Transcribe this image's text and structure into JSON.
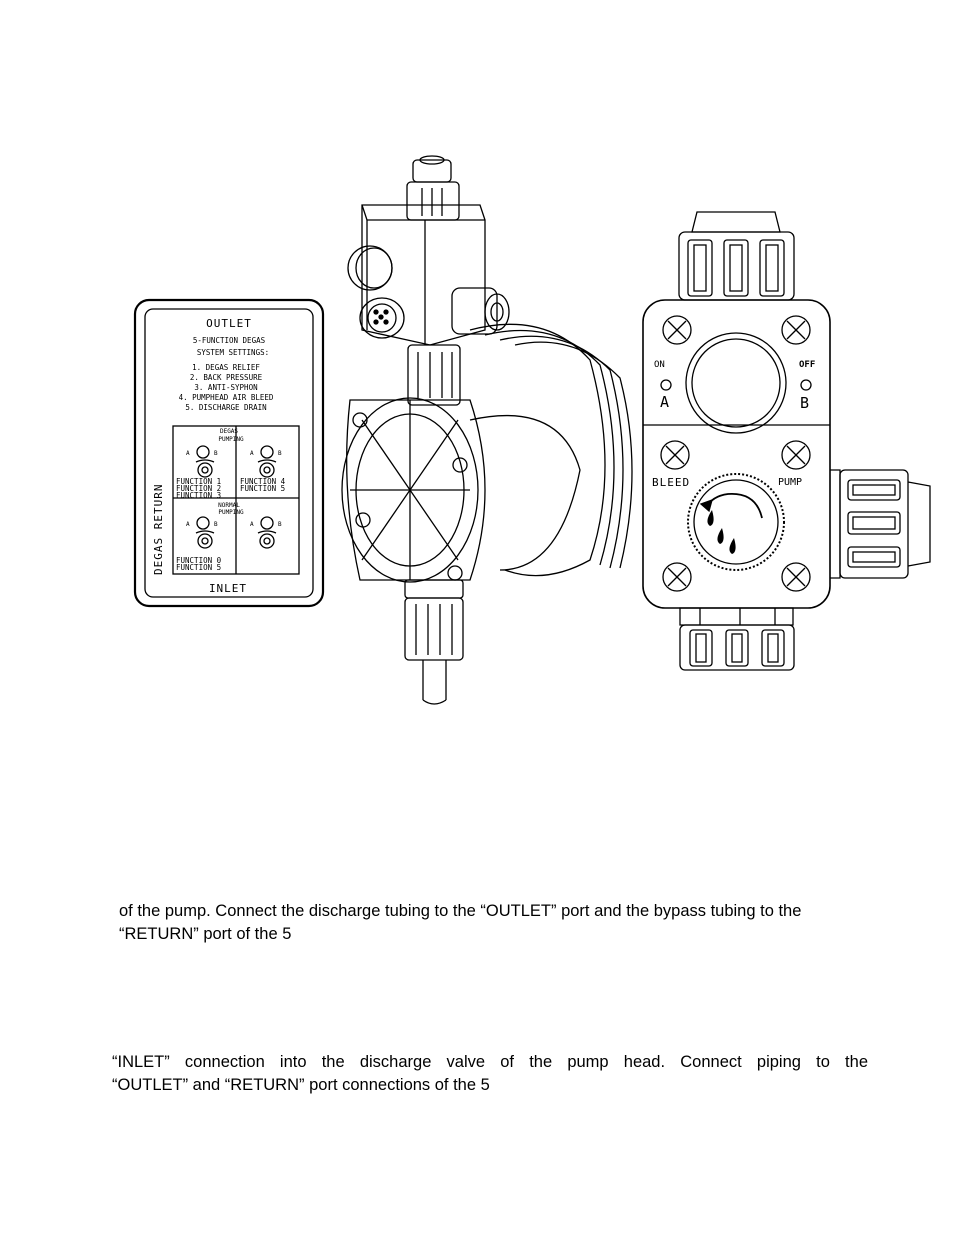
{
  "label_card": {
    "outlet": "OUTLET",
    "subtitle_1": "5-FUNCTION DEGAS",
    "subtitle_2": "SYSTEM SETTINGS:",
    "settings": [
      "1. DEGAS RELIEF",
      "2. BACK PRESSURE",
      "3. ANTI-SYPHON",
      "4. PUMPHEAD AIR BLEED",
      "5. DISCHARGE DRAIN"
    ],
    "degas_return": "DEGAS RETURN",
    "inlet": "INLET",
    "grid": {
      "top_header_1": "DEGAS",
      "top_header_2": "PUMPING",
      "bottom_header_1": "NORMAL",
      "bottom_header_2": "PUMPING",
      "a": "A",
      "b": "B",
      "top_functions_left": [
        "FUNCTION 1",
        "FUNCTION 2",
        "FUNCTION 3"
      ],
      "top_functions_right": [
        "FUNCTION 4",
        "FUNCTION 5"
      ],
      "bottom_functions_left": [
        "FUNCTION 0",
        "FUNCTION 5"
      ]
    }
  },
  "valve_front": {
    "on": "ON",
    "off": "OFF",
    "a": "A",
    "b": "B",
    "bleed": "BLEED",
    "pump": "PUMP"
  },
  "text": {
    "para1_line1": "of the pump. Connect the discharge tubing to the “OUTLET” port and the bypass tubing to the",
    "para1_line2": "“RETURN” port of the 5",
    "para2_line1": "“INLET” connection into the discharge valve of the pump head. Connect piping to the",
    "para2_line2": "“OUTLET” and “RETURN” port connections of the 5"
  }
}
